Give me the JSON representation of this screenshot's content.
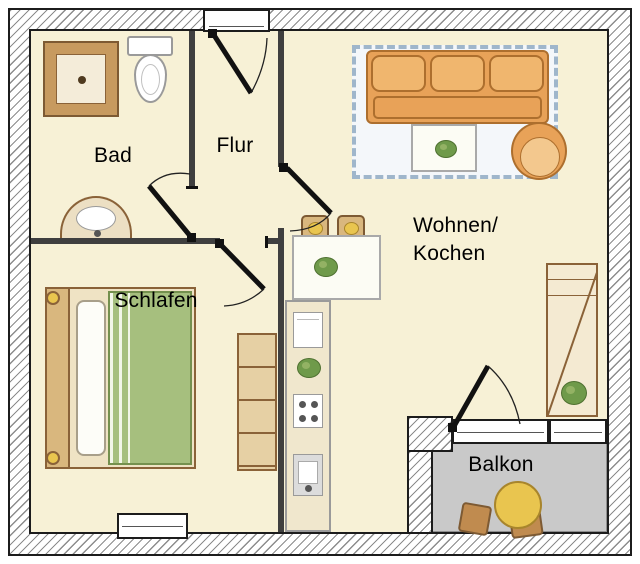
{
  "floorplan": {
    "rooms": {
      "bad": {
        "label": "Bad"
      },
      "flur": {
        "label": "Flur"
      },
      "wohnen_kochen": {
        "label_line1": "Wohnen/",
        "label_line2": "Kochen"
      },
      "schlafen": {
        "label": "Schlafen"
      },
      "balkon": {
        "label": "Balkon"
      }
    },
    "colors": {
      "floor": "#f7f1d6",
      "balcony_floor": "#c9c9c9",
      "wall_hatch_bg": "#ffffff",
      "wall_outline": "#1c1c1c",
      "interior_wall": "#3f3f3f",
      "sofa_orange": "#e8a258",
      "wood_tan": "#d9b77e",
      "blanket_green": "#a6bf7e",
      "plant_green": "#6f9a4a",
      "accent_yellow": "#e9c54f",
      "rug_blue": "#9fb6cb"
    },
    "furniture": {
      "bad": [
        "shower",
        "toilet",
        "washbasin"
      ],
      "schlafen": [
        "bed",
        "wardrobe"
      ],
      "wohnen_kochen": [
        "rug",
        "sofa",
        "coffee-table",
        "armchair",
        "dining-table",
        "dining-chairs",
        "kitchen-counter",
        "shelf"
      ],
      "balkon": [
        "round-table",
        "stools"
      ]
    },
    "openings": {
      "doors": [
        "entrance-door",
        "bad-door",
        "wohnen-door",
        "schlafen-door",
        "balkon-door"
      ],
      "windows": [
        "schlafen-window",
        "balkon-window"
      ]
    }
  }
}
